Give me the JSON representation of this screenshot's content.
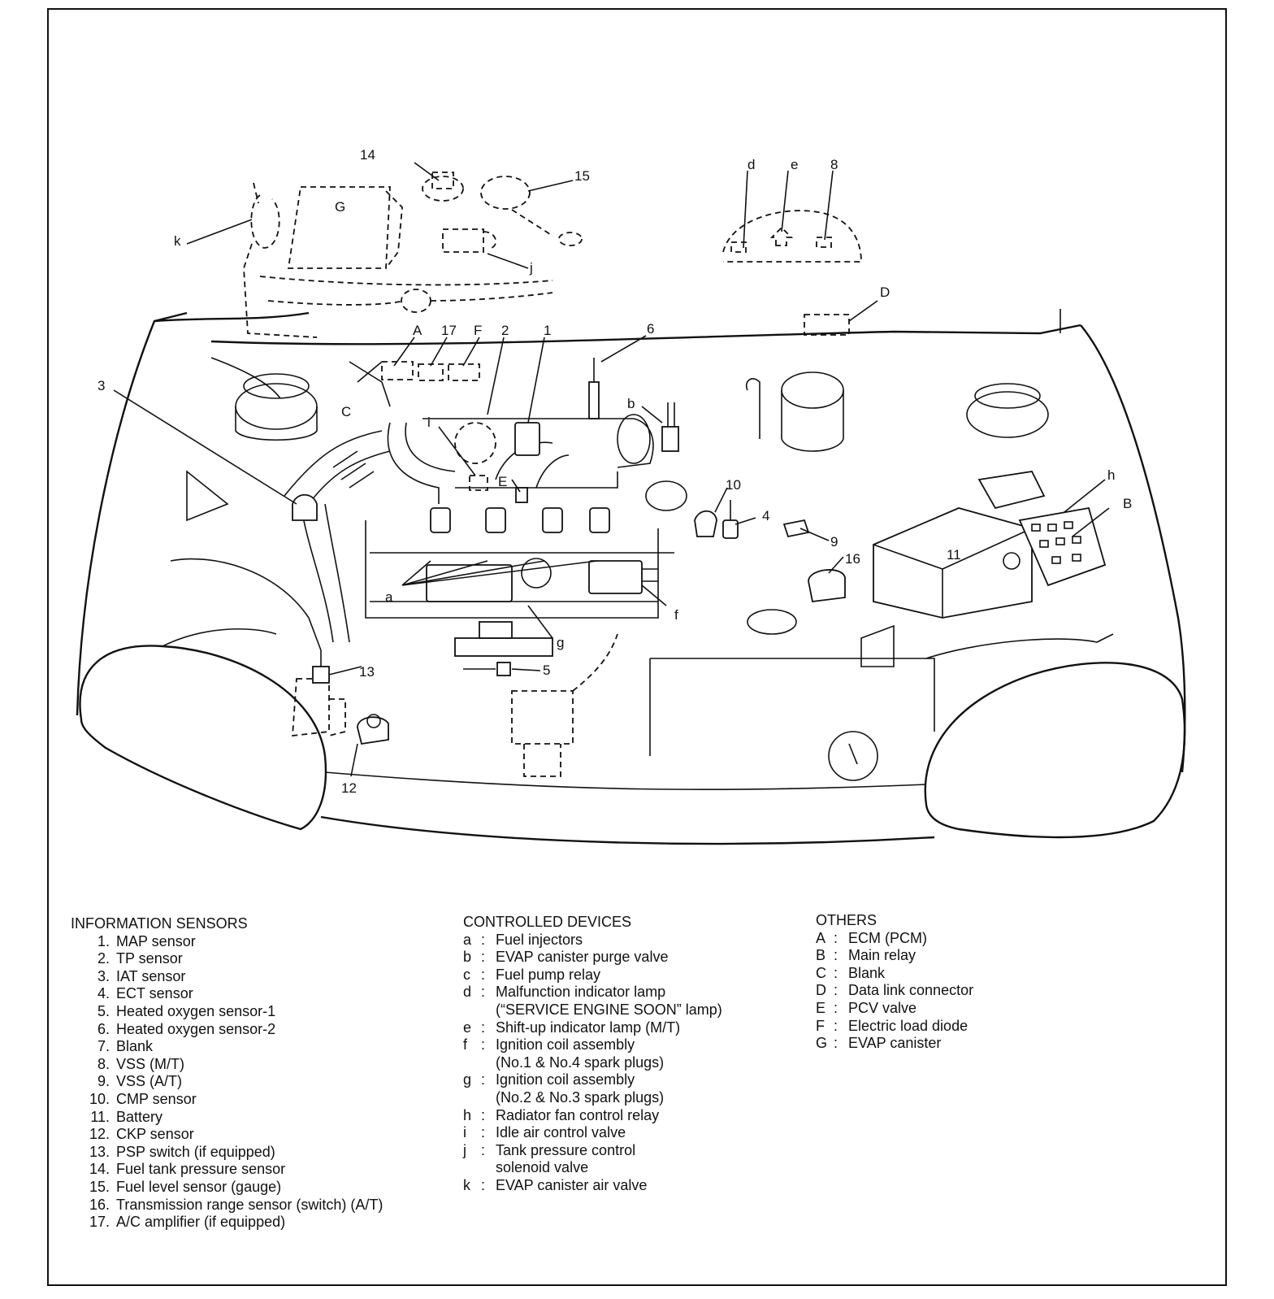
{
  "callouts": {
    "n1": "1",
    "n2": "2",
    "n3": "3",
    "n4": "4",
    "n5": "5",
    "n6": "6",
    "n8": "8",
    "n9": "9",
    "n10": "10",
    "n11": "11",
    "n12": "12",
    "n13": "13",
    "n14": "14",
    "n15": "15",
    "n16": "16",
    "n17": "17",
    "a": "a",
    "b": "b",
    "c": "C",
    "d": "d",
    "e": "e",
    "f": "f",
    "g": "g",
    "h": "h",
    "i": "i",
    "j": "j",
    "k": "k",
    "A": "A",
    "B": "B",
    "D": "D",
    "E": "E",
    "F": "F",
    "G": "G"
  },
  "legend": {
    "information_sensors": {
      "title": "INFORMATION SENSORS",
      "items": [
        {
          "num": "1.",
          "text": "MAP sensor"
        },
        {
          "num": "2.",
          "text": "TP sensor"
        },
        {
          "num": "3.",
          "text": "IAT sensor"
        },
        {
          "num": "4.",
          "text": "ECT sensor"
        },
        {
          "num": "5.",
          "text": "Heated oxygen sensor-1"
        },
        {
          "num": "6.",
          "text": "Heated oxygen sensor-2"
        },
        {
          "num": "7.",
          "text": "Blank"
        },
        {
          "num": "8.",
          "text": "VSS (M/T)"
        },
        {
          "num": "9.",
          "text": "VSS (A/T)"
        },
        {
          "num": "10.",
          "text": "CMP sensor"
        },
        {
          "num": "11.",
          "text": "Battery"
        },
        {
          "num": "12.",
          "text": "CKP sensor"
        },
        {
          "num": "13.",
          "text": "PSP switch (if equipped)"
        },
        {
          "num": "14.",
          "text": "Fuel tank pressure sensor"
        },
        {
          "num": "15.",
          "text": "Fuel level sensor (gauge)"
        },
        {
          "num": "16.",
          "text": "Transmission range sensor (switch) (A/T)"
        },
        {
          "num": "17.",
          "text": "A/C amplifier (if equipped)"
        }
      ]
    },
    "controlled_devices": {
      "title": "CONTROLLED DEVICES",
      "items": [
        {
          "key": "a",
          "text": "Fuel injectors"
        },
        {
          "key": "b",
          "text": "EVAP canister purge valve"
        },
        {
          "key": "c",
          "text": "Fuel pump relay"
        },
        {
          "key": "d",
          "text": "Malfunction indicator lamp"
        },
        {
          "key": "",
          "text": "(“SERVICE ENGINE SOON” lamp)"
        },
        {
          "key": "e",
          "text": "Shift-up indicator lamp (M/T)"
        },
        {
          "key": "f",
          "text": "Ignition coil assembly"
        },
        {
          "key": "",
          "text": "(No.1 & No.4 spark plugs)"
        },
        {
          "key": "g",
          "text": "Ignition coil assembly"
        },
        {
          "key": "",
          "text": "(No.2 & No.3 spark plugs)"
        },
        {
          "key": "h",
          "text": "Radiator fan control relay"
        },
        {
          "key": "i",
          "text": "Idle air control valve"
        },
        {
          "key": "j",
          "text": "Tank pressure control"
        },
        {
          "key": "",
          "text": "solenoid valve"
        },
        {
          "key": "k",
          "text": "EVAP canister air valve"
        }
      ]
    },
    "others": {
      "title": "OTHERS",
      "items": [
        {
          "key": "A",
          "text": "ECM (PCM)"
        },
        {
          "key": "B",
          "text": "Main relay"
        },
        {
          "key": "C",
          "text": "Blank"
        },
        {
          "key": "D",
          "text": "Data link connector"
        },
        {
          "key": "E",
          "text": "PCV valve"
        },
        {
          "key": "F",
          "text": "Electric load diode"
        },
        {
          "key": "G",
          "text": "EVAP canister"
        }
      ]
    }
  }
}
